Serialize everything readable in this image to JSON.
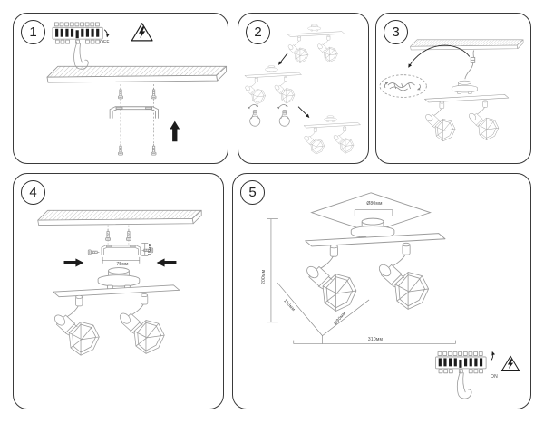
{
  "colors": {
    "line_gray": "#9a9a9a",
    "ink_black": "#1c1c1c",
    "panel_border": "#3a3a3a",
    "background": "#ffffff"
  },
  "panels": {
    "p1": {
      "number": "1",
      "power_label": "OFF"
    },
    "p2": {
      "number": "2"
    },
    "p3": {
      "number": "3"
    },
    "p4": {
      "number": "4",
      "bracket_width": "75мм",
      "bracket_height": "15мм"
    },
    "p5": {
      "number": "5",
      "canopy_diameter": "Ø80мм",
      "fixture_height": "200мм",
      "spot_length": "110мм",
      "shade_diameter": "Ø90мм",
      "fixture_width": "310мм",
      "power_label": "ON"
    }
  }
}
